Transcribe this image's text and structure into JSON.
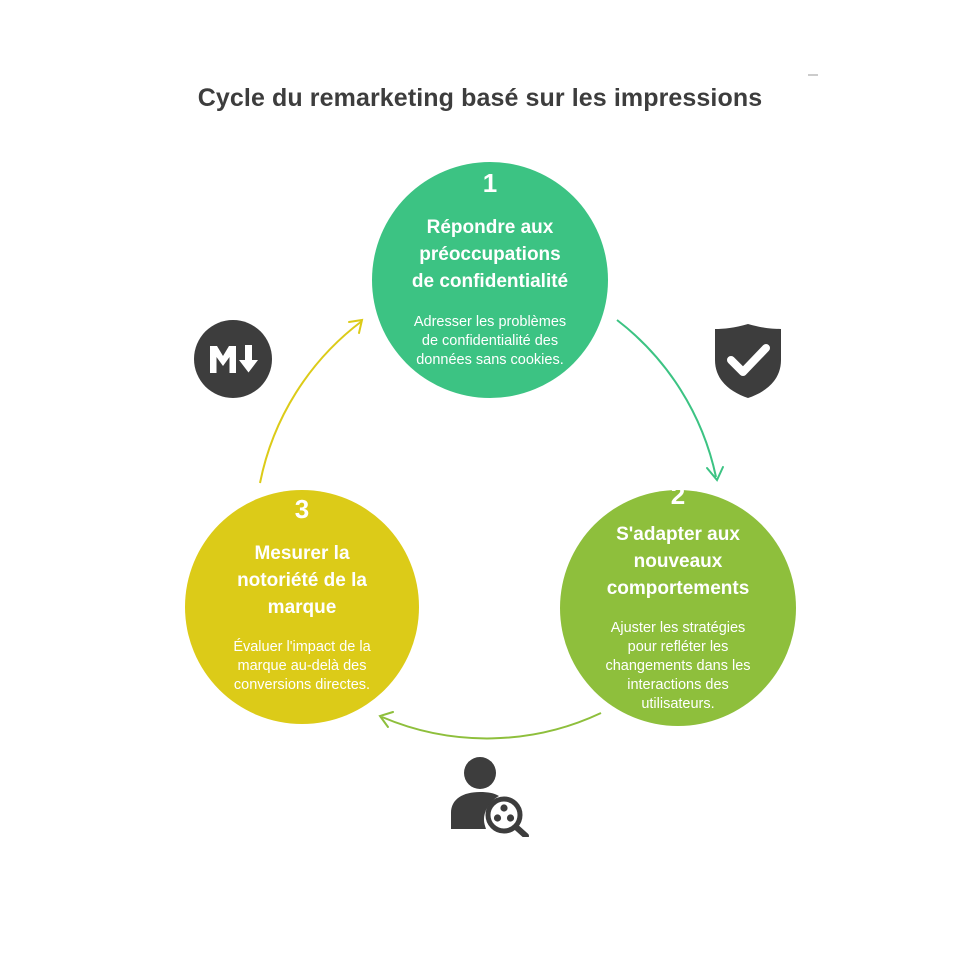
{
  "title": "Cycle du remarketing basé sur les impressions",
  "steps": [
    {
      "number": "1",
      "title_lines": [
        "Répondre aux",
        "préoccupations",
        "de confidentialité"
      ],
      "desc_lines": [
        "Adresser les problèmes",
        "de confidentialité des",
        "données sans cookies."
      ],
      "color": "#3cc383",
      "icon": "shield-check-icon"
    },
    {
      "number": "2",
      "title_lines": [
        "S'adapter aux",
        "nouveaux",
        "comportements"
      ],
      "desc_lines": [
        "Ajuster les stratégies",
        "pour refléter les",
        "changements dans les",
        "interactions des",
        "utilisateurs."
      ],
      "color": "#8ebf3c",
      "icon": "user-search-icon"
    },
    {
      "number": "3",
      "title_lines": [
        "Mesurer la",
        "notoriété de la",
        "marque"
      ],
      "desc_lines": [
        "Évaluer l'impact de la",
        "marque au-delà des",
        "conversions directes."
      ],
      "color": "#dccb18",
      "icon": "markdown-icon"
    }
  ],
  "icon_color": "#3d3d3d"
}
